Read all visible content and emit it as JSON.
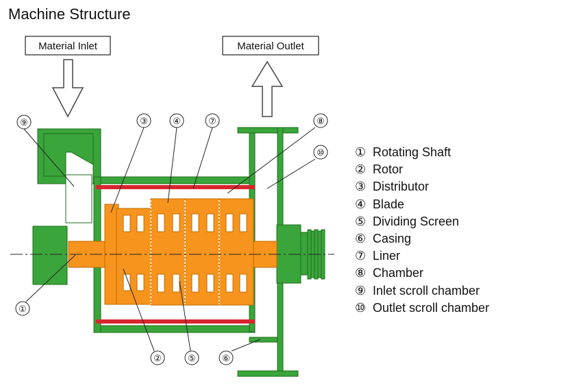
{
  "title": "Machine Structure",
  "labels": {
    "inlet": "Material Inlet",
    "outlet": "Material Outlet"
  },
  "callouts": [
    "⑨",
    "③",
    "④",
    "⑦",
    "⑧",
    "⑩",
    "①",
    "②",
    "⑤",
    "⑥"
  ],
  "legend": [
    {
      "num": "①",
      "label": "Rotating Shaft"
    },
    {
      "num": "②",
      "label": "Rotor"
    },
    {
      "num": "③",
      "label": "Distributor"
    },
    {
      "num": "④",
      "label": "Blade"
    },
    {
      "num": "⑤",
      "label": "Dividing Screen"
    },
    {
      "num": "⑥",
      "label": "Casing"
    },
    {
      "num": "⑦",
      "label": "Liner"
    },
    {
      "num": "⑧",
      "label": "Chamber"
    },
    {
      "num": "⑨",
      "label": "Inlet scroll chamber"
    },
    {
      "num": "⑩",
      "label": "Outlet scroll chamber"
    }
  ],
  "colors": {
    "casing": "#3aa53a",
    "rotor": "#f7941d",
    "liner": "#d7262e",
    "line": "#222222"
  }
}
